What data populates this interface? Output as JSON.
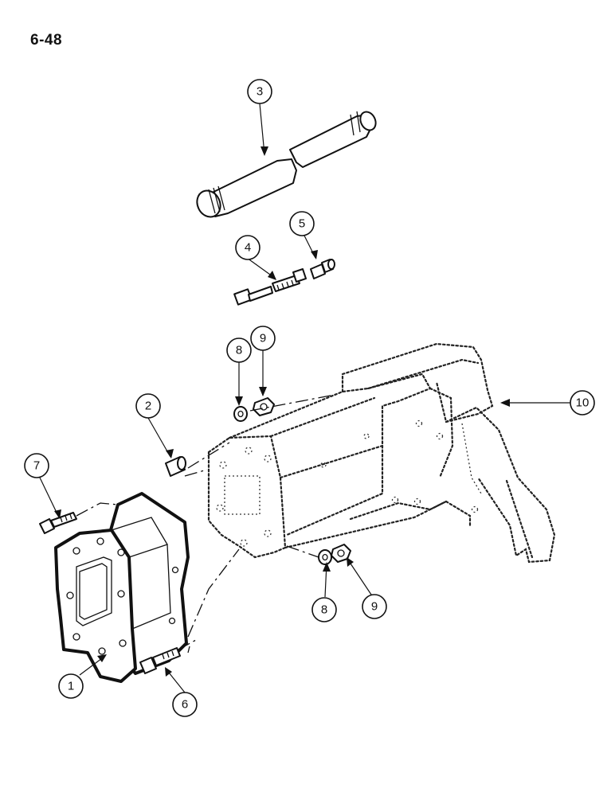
{
  "page": {
    "number": "6-48"
  },
  "callouts": [
    {
      "id": "1",
      "label": "1",
      "part": "cover-plate"
    },
    {
      "id": "2",
      "label": "2",
      "part": "bushing"
    },
    {
      "id": "3",
      "label": "3",
      "part": "shaft"
    },
    {
      "id": "4",
      "label": "4",
      "part": "screw"
    },
    {
      "id": "5",
      "label": "5",
      "part": "fitting"
    },
    {
      "id": "6",
      "label": "6",
      "part": "bolt"
    },
    {
      "id": "7",
      "label": "7",
      "part": "bolt"
    },
    {
      "id": "8a",
      "label": "8",
      "part": "washer"
    },
    {
      "id": "9a",
      "label": "9",
      "part": "nut"
    },
    {
      "id": "8b",
      "label": "8",
      "part": "washer"
    },
    {
      "id": "9b",
      "label": "9",
      "part": "nut"
    },
    {
      "id": "10",
      "label": "10",
      "part": "housing"
    }
  ]
}
